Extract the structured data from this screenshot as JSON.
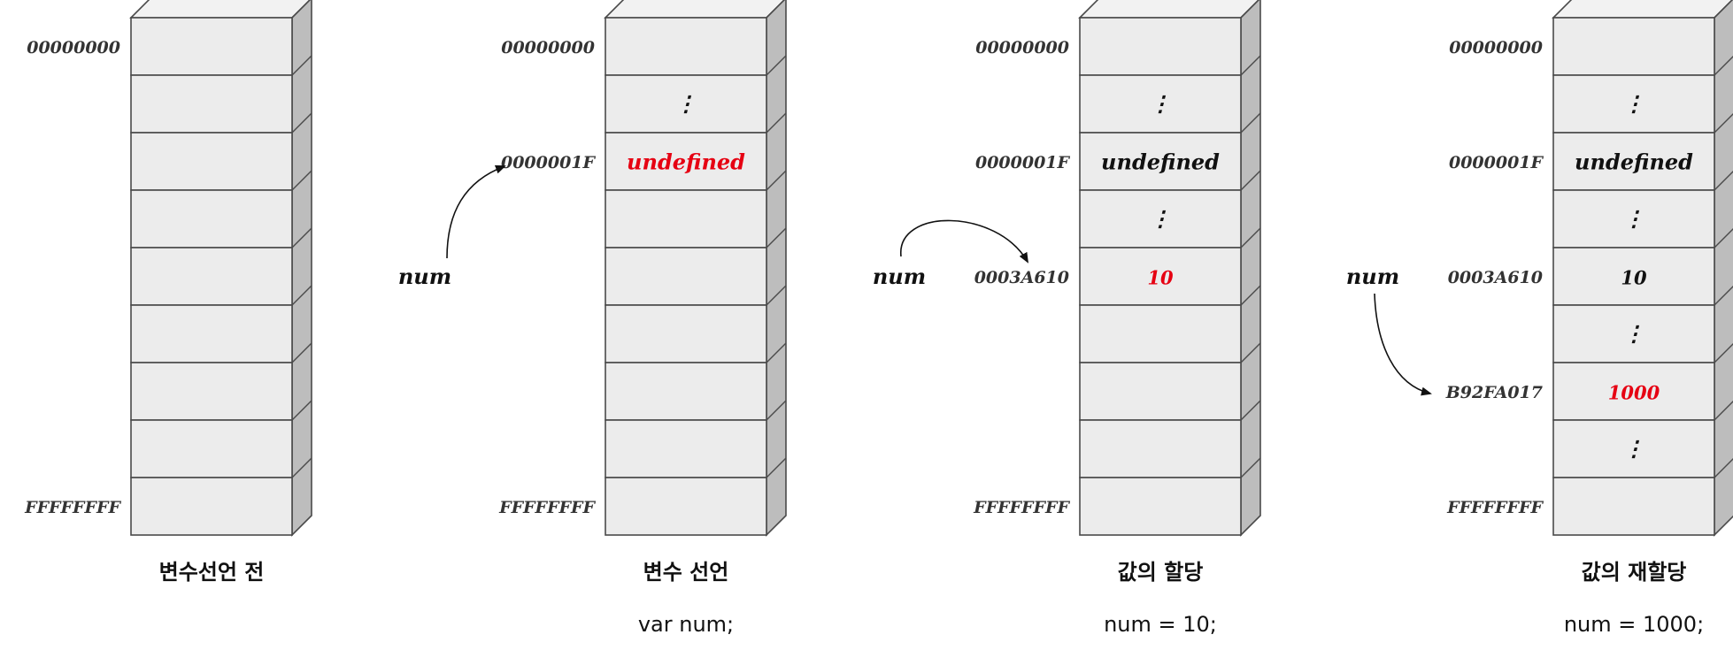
{
  "colors": {
    "highlight": "#e60012",
    "text": "#111111",
    "address": "#333333"
  },
  "panels": [
    {
      "caption": "변수선언 전",
      "code": "",
      "pointer": null,
      "cells": [
        {
          "addr": "00000000",
          "value": ""
        },
        {
          "addr": "",
          "value": ""
        },
        {
          "addr": "",
          "value": ""
        },
        {
          "addr": "",
          "value": ""
        },
        {
          "addr": "",
          "value": ""
        },
        {
          "addr": "",
          "value": ""
        },
        {
          "addr": "",
          "value": ""
        },
        {
          "addr": "",
          "value": ""
        },
        {
          "addr": "FFFFFFFF",
          "value": ""
        }
      ]
    },
    {
      "caption": "변수 선언",
      "code": "var num;",
      "pointer": {
        "label": "num",
        "target_cell": 2
      },
      "cells": [
        {
          "addr": "00000000",
          "value": ""
        },
        {
          "addr": "",
          "value": "⋮",
          "ellipsis": true
        },
        {
          "addr": "0000001F",
          "value": "undefined",
          "highlight": true
        },
        {
          "addr": "",
          "value": ""
        },
        {
          "addr": "",
          "value": ""
        },
        {
          "addr": "",
          "value": ""
        },
        {
          "addr": "",
          "value": ""
        },
        {
          "addr": "",
          "value": ""
        },
        {
          "addr": "FFFFFFFF",
          "value": ""
        }
      ]
    },
    {
      "caption": "값의 할당",
      "code": "num = 10;",
      "pointer": {
        "label": "num",
        "target_cell": 4
      },
      "cells": [
        {
          "addr": "00000000",
          "value": ""
        },
        {
          "addr": "",
          "value": "⋮",
          "ellipsis": true
        },
        {
          "addr": "0000001F",
          "value": "undefined"
        },
        {
          "addr": "",
          "value": "⋮",
          "ellipsis": true
        },
        {
          "addr": "0003A610",
          "value": "10",
          "highlight": true
        },
        {
          "addr": "",
          "value": ""
        },
        {
          "addr": "",
          "value": ""
        },
        {
          "addr": "",
          "value": ""
        },
        {
          "addr": "FFFFFFFF",
          "value": ""
        }
      ]
    },
    {
      "caption": "값의 재할당",
      "code": "num = 1000;",
      "pointer": {
        "label": "num",
        "target_cell": 6
      },
      "cells": [
        {
          "addr": "00000000",
          "value": ""
        },
        {
          "addr": "",
          "value": "⋮",
          "ellipsis": true
        },
        {
          "addr": "0000001F",
          "value": "undefined"
        },
        {
          "addr": "",
          "value": "⋮",
          "ellipsis": true
        },
        {
          "addr": "0003A610",
          "value": "10"
        },
        {
          "addr": "",
          "value": "⋮",
          "ellipsis": true
        },
        {
          "addr": "B92FA017",
          "value": "1000",
          "highlight": true
        },
        {
          "addr": "",
          "value": "⋮",
          "ellipsis": true
        },
        {
          "addr": "FFFFFFFF",
          "value": ""
        }
      ]
    }
  ]
}
